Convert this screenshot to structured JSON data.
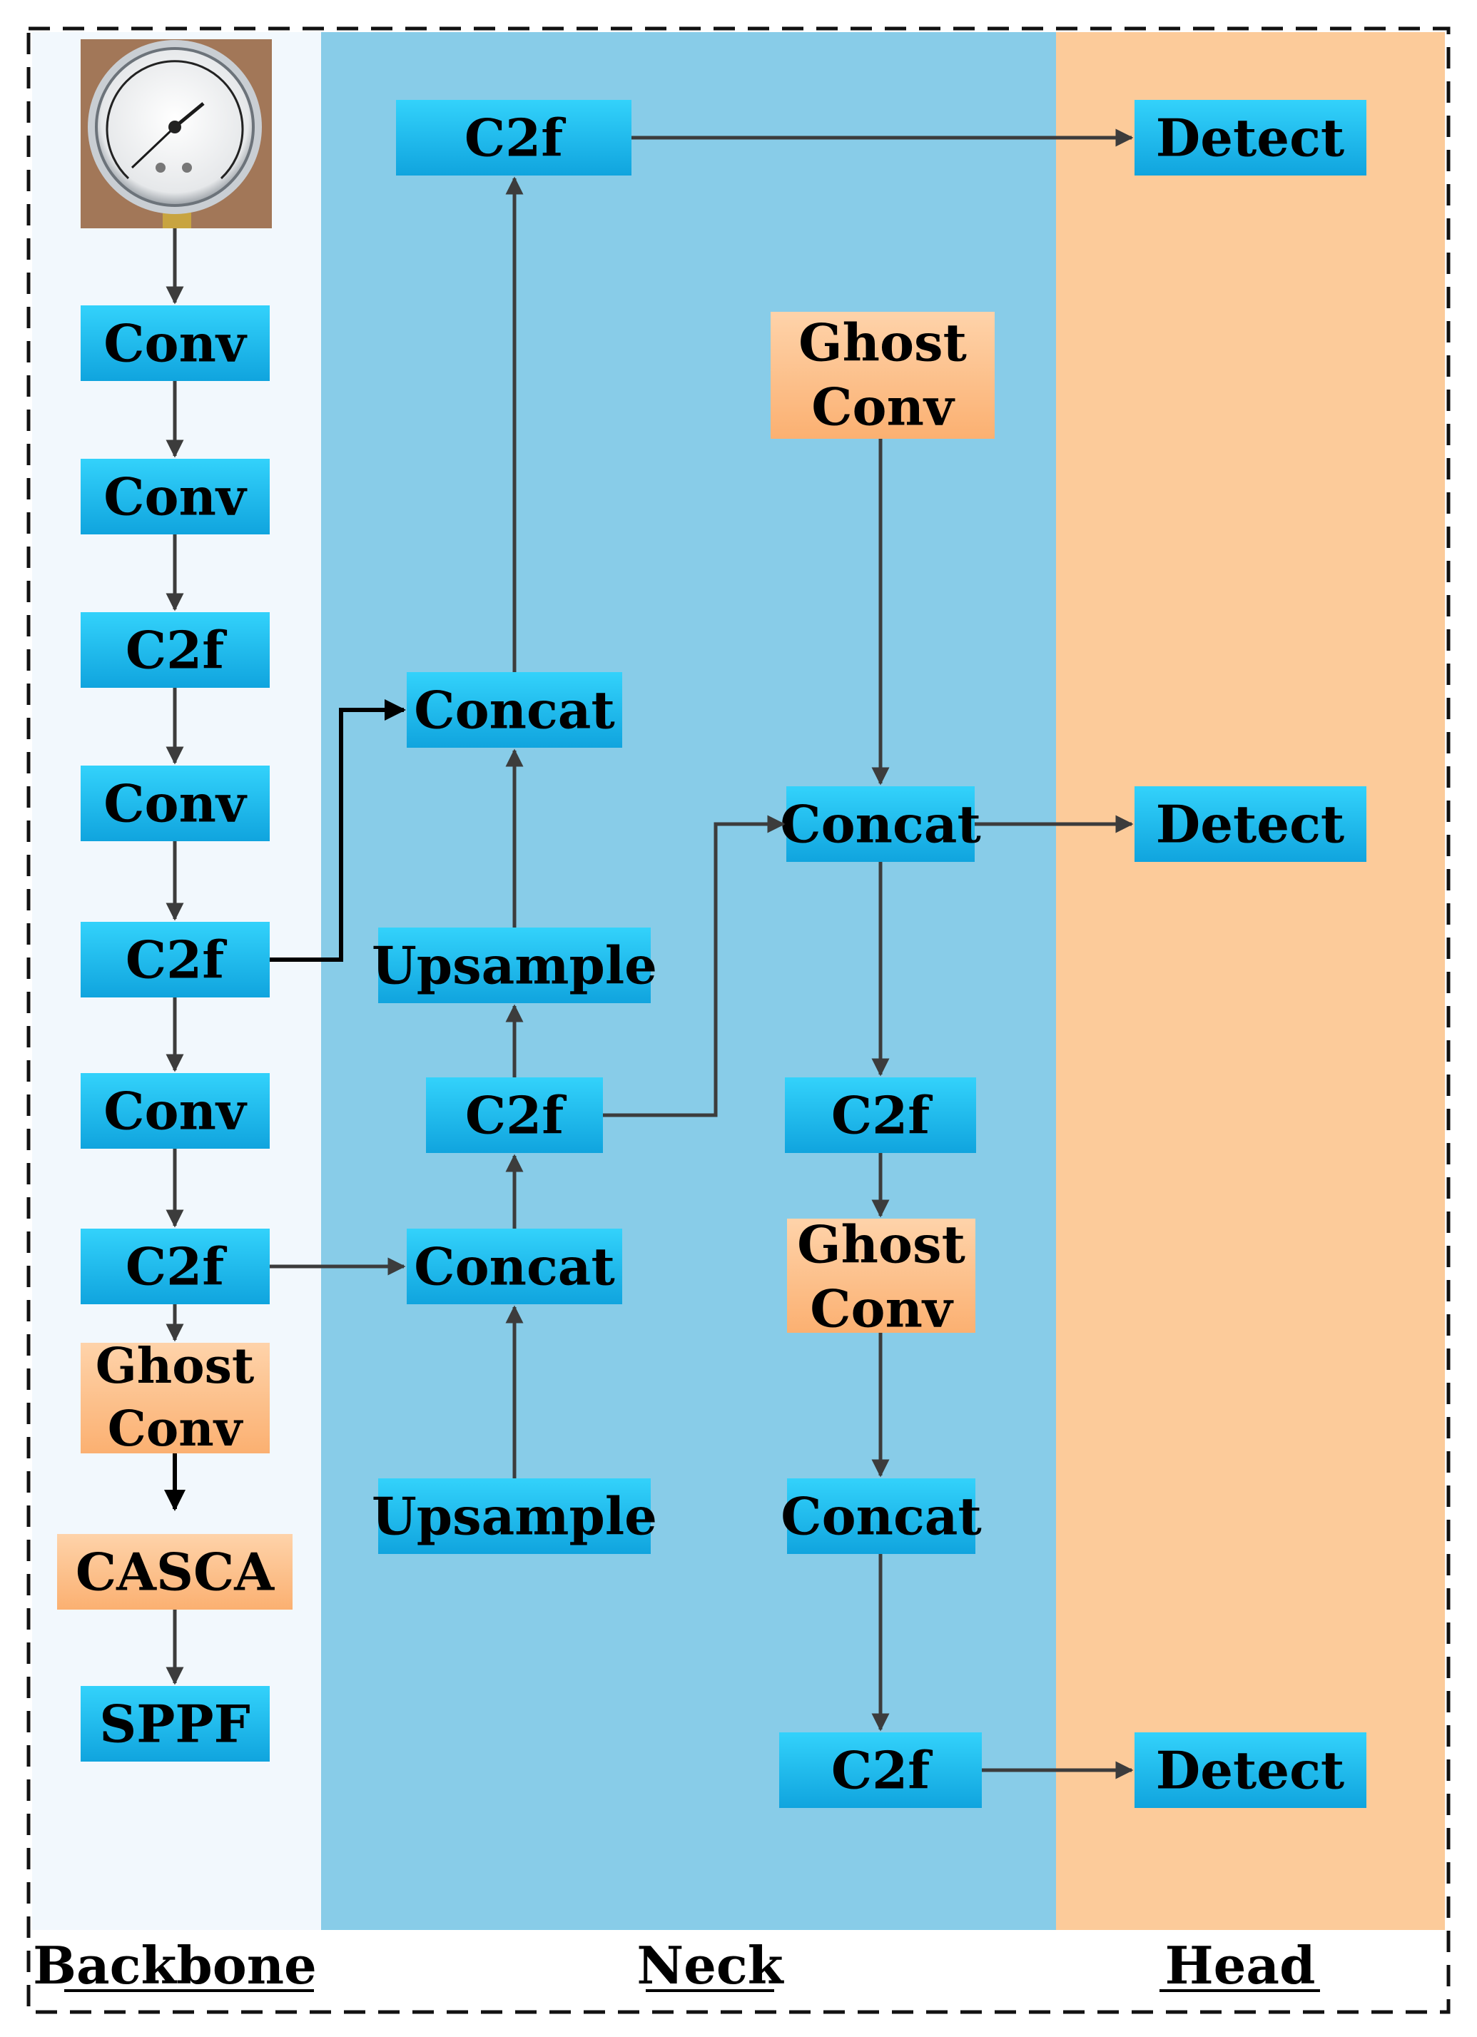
{
  "backbone": {
    "label": "Backbone",
    "blocks": [
      "Conv",
      "Conv",
      "C2f",
      "Conv",
      "C2f",
      "Conv",
      "C2f"
    ],
    "ghost_conv": [
      "Ghost",
      "Conv"
    ],
    "attention": "CASCA",
    "sppf": "SPPF"
  },
  "neck": {
    "label": "Neck",
    "c2f_top": "C2f",
    "concat_upper": "Concat",
    "upsample_upper": "Upsample",
    "c2f_middle": "C2f",
    "concat_lower": "Concat",
    "upsample_lower": "Upsample",
    "ghost_conv_top": [
      "Ghost",
      "Conv"
    ],
    "concat_right_upper": "Concat",
    "c2f_right_middle": "C2f",
    "ghost_conv_mid": [
      "Ghost",
      "Conv"
    ],
    "concat_right_lower": "Concat",
    "c2f_right_bottom": "C2f"
  },
  "head": {
    "label": "Head",
    "detect": [
      "Detect",
      "Detect",
      "Detect"
    ]
  },
  "colors": {
    "backbone_bg": "#f2f8fd",
    "neck_bg": "#88cce8",
    "head_bg": "#fccb9a",
    "block_blue_top": "#33d2fb",
    "block_blue_bottom": "#10a4de",
    "block_orange_top": "#fed3aa",
    "block_orange_bottom": "#fbb071"
  },
  "icons": {
    "input_image": "pressure-gauge-icon"
  }
}
